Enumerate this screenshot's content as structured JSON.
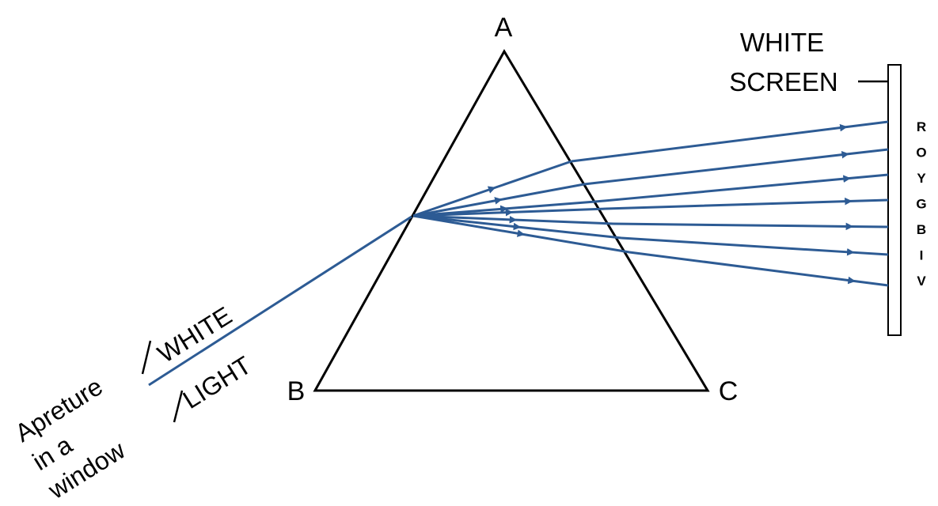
{
  "diagram": {
    "vertices": {
      "top": "A",
      "bottom_left": "B",
      "bottom_right": "C"
    },
    "screen_label": {
      "line1": "WHITE",
      "line2": "SCREEN"
    },
    "light_label": {
      "line1": "WHITE",
      "line2": "LIGHT"
    },
    "aperture_label": {
      "line1": "Apreture",
      "line2": "in a",
      "line3": "window"
    },
    "spectrum": [
      "R",
      "O",
      "Y",
      "G",
      "B",
      "I",
      "V"
    ],
    "colors": {
      "ray": "#2d5b94",
      "outline": "#000000",
      "background": "#ffffff"
    }
  }
}
